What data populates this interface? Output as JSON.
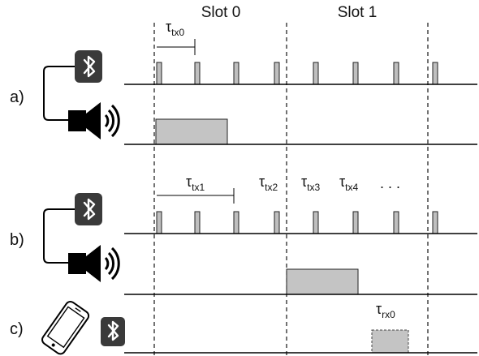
{
  "slots": [
    {
      "label": "Slot 0"
    },
    {
      "label": "Slot 1"
    }
  ],
  "rows": [
    {
      "label": "a)",
      "device": "bluetooth-speaker"
    },
    {
      "label": "b)",
      "device": "bluetooth-speaker"
    },
    {
      "label": "c)",
      "device": "smartphone"
    }
  ],
  "annotations": {
    "tau_tx0": {
      "main": "τ",
      "sub": "tx0"
    },
    "tau_tx1": {
      "main": "τ",
      "sub": "tx1"
    },
    "tau_tx2": {
      "main": "τ",
      "sub": "tx2"
    },
    "tau_tx3": {
      "main": "τ",
      "sub": "tx3"
    },
    "tau_tx4": {
      "main": "τ",
      "sub": "tx4"
    },
    "ellipsis": ". . .",
    "tau_rx0": {
      "main": "τ",
      "sub": "rx0"
    }
  },
  "icons": [
    "bluetooth-icon",
    "speaker-icon",
    "smartphone-icon"
  ],
  "colors": {
    "pulse": "#bfbfbf",
    "block": "#c4c4c4",
    "icon_bg": "#3a3a3a"
  }
}
